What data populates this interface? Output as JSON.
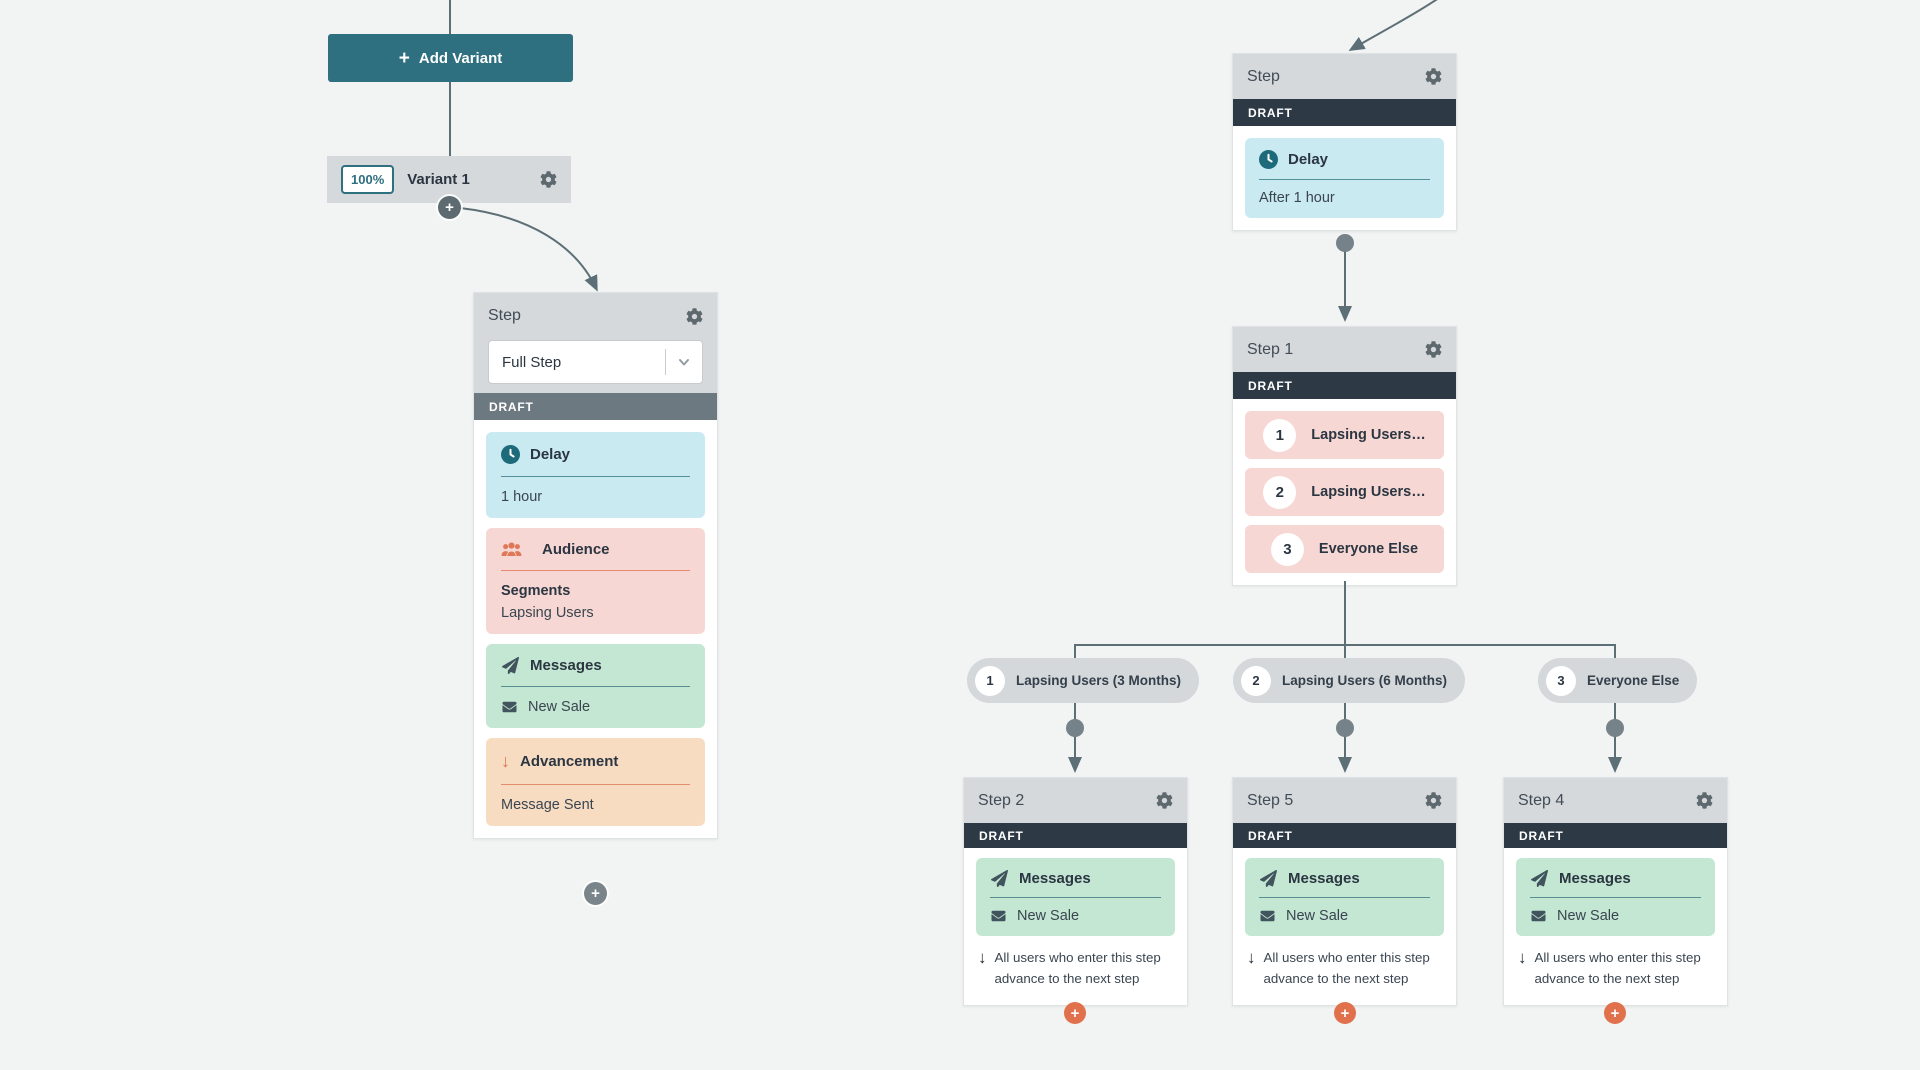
{
  "variant_panel": {
    "add_variant_label": "Add Variant",
    "percent": "100%",
    "variant_name": "Variant 1"
  },
  "full_step_card": {
    "title": "Step",
    "type_selector_value": "Full Step",
    "status": "DRAFT",
    "delay": {
      "title": "Delay",
      "value": "1 hour"
    },
    "audience": {
      "title": "Audience",
      "label": "Segments",
      "value": "Lapsing Users"
    },
    "messages": {
      "title": "Messages",
      "value": "New Sale"
    },
    "advancement": {
      "title": "Advancement",
      "value": "Message Sent"
    }
  },
  "delay_step_card": {
    "title": "Step",
    "status": "DRAFT",
    "delay": {
      "title": "Delay",
      "value": "After 1 hour"
    }
  },
  "split_step_card": {
    "title": "Step 1",
    "status": "DRAFT",
    "branches": [
      {
        "num": "1",
        "label": "Lapsing Users…"
      },
      {
        "num": "2",
        "label": "Lapsing Users…"
      },
      {
        "num": "3",
        "label": "Everyone Else"
      }
    ]
  },
  "branch_pills": [
    {
      "num": "1",
      "label": "Lapsing Users (3 Months)"
    },
    {
      "num": "2",
      "label": "Lapsing Users (6 Months)"
    },
    {
      "num": "3",
      "label": "Everyone Else"
    }
  ],
  "message_step_cards": [
    {
      "title": "Step 2",
      "status": "DRAFT",
      "messages_title": "Messages",
      "message_value": "New Sale",
      "note": "All users who enter this step advance to the next step"
    },
    {
      "title": "Step 5",
      "status": "DRAFT",
      "messages_title": "Messages",
      "message_value": "New Sale",
      "note": "All users who enter this step advance to the next step"
    },
    {
      "title": "Step 4",
      "status": "DRAFT",
      "messages_title": "Messages",
      "message_value": "New Sale",
      "note": "All users who enter this step advance to the next step"
    }
  ],
  "glyphs": {
    "plus": "+",
    "down_arrow": "↓"
  },
  "colors": {
    "accent_teal": "#2e6f80",
    "draft_dark": "#2d3945",
    "draft_gray": "#6d7980",
    "delay_bg": "#c9eaf1",
    "audience_bg": "#f7d7d3",
    "messages_bg": "#c3e7d3",
    "advancement_bg": "#f8dcc2",
    "orange_accent": "#e0714c",
    "connector_gray": "#5d6f76",
    "canvas_bg": "#f2f4f4"
  }
}
